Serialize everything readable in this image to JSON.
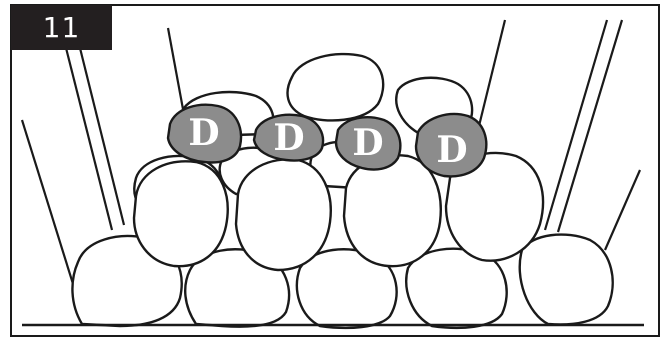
{
  "step_number": "11",
  "stones": {
    "marked_label": "D",
    "marked_count": 4,
    "marked_color": "#8c8c8c"
  },
  "colors": {
    "frame": "#1a1a1a",
    "badge_background": "#231f20",
    "badge_text": "#ffffff"
  }
}
